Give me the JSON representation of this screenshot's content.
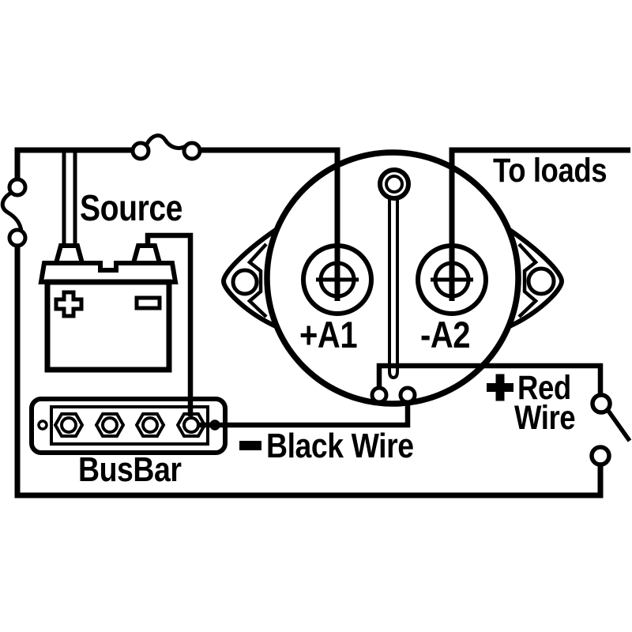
{
  "colors": {
    "line": "#000000",
    "background": "#ffffff"
  },
  "labels": {
    "source": "Source",
    "to_loads": "To loads",
    "terminal_a1": "+A1",
    "terminal_a2": "-A2",
    "busbar": "BusBar",
    "black_wire": "Black Wire",
    "red_wire_line1": "Red",
    "red_wire_line2": "Wire"
  },
  "icons": {
    "black_wire_polarity": "minus-sign",
    "red_wire_polarity": "plus-sign",
    "battery_positive": "plus-sign-outline",
    "battery_negative": "minus-sign-outline",
    "fuse_top": "inline-fuse",
    "fuse_left": "inline-fuse",
    "relay": "battery-relay-solenoid",
    "switch": "spst-toggle-switch-open"
  }
}
